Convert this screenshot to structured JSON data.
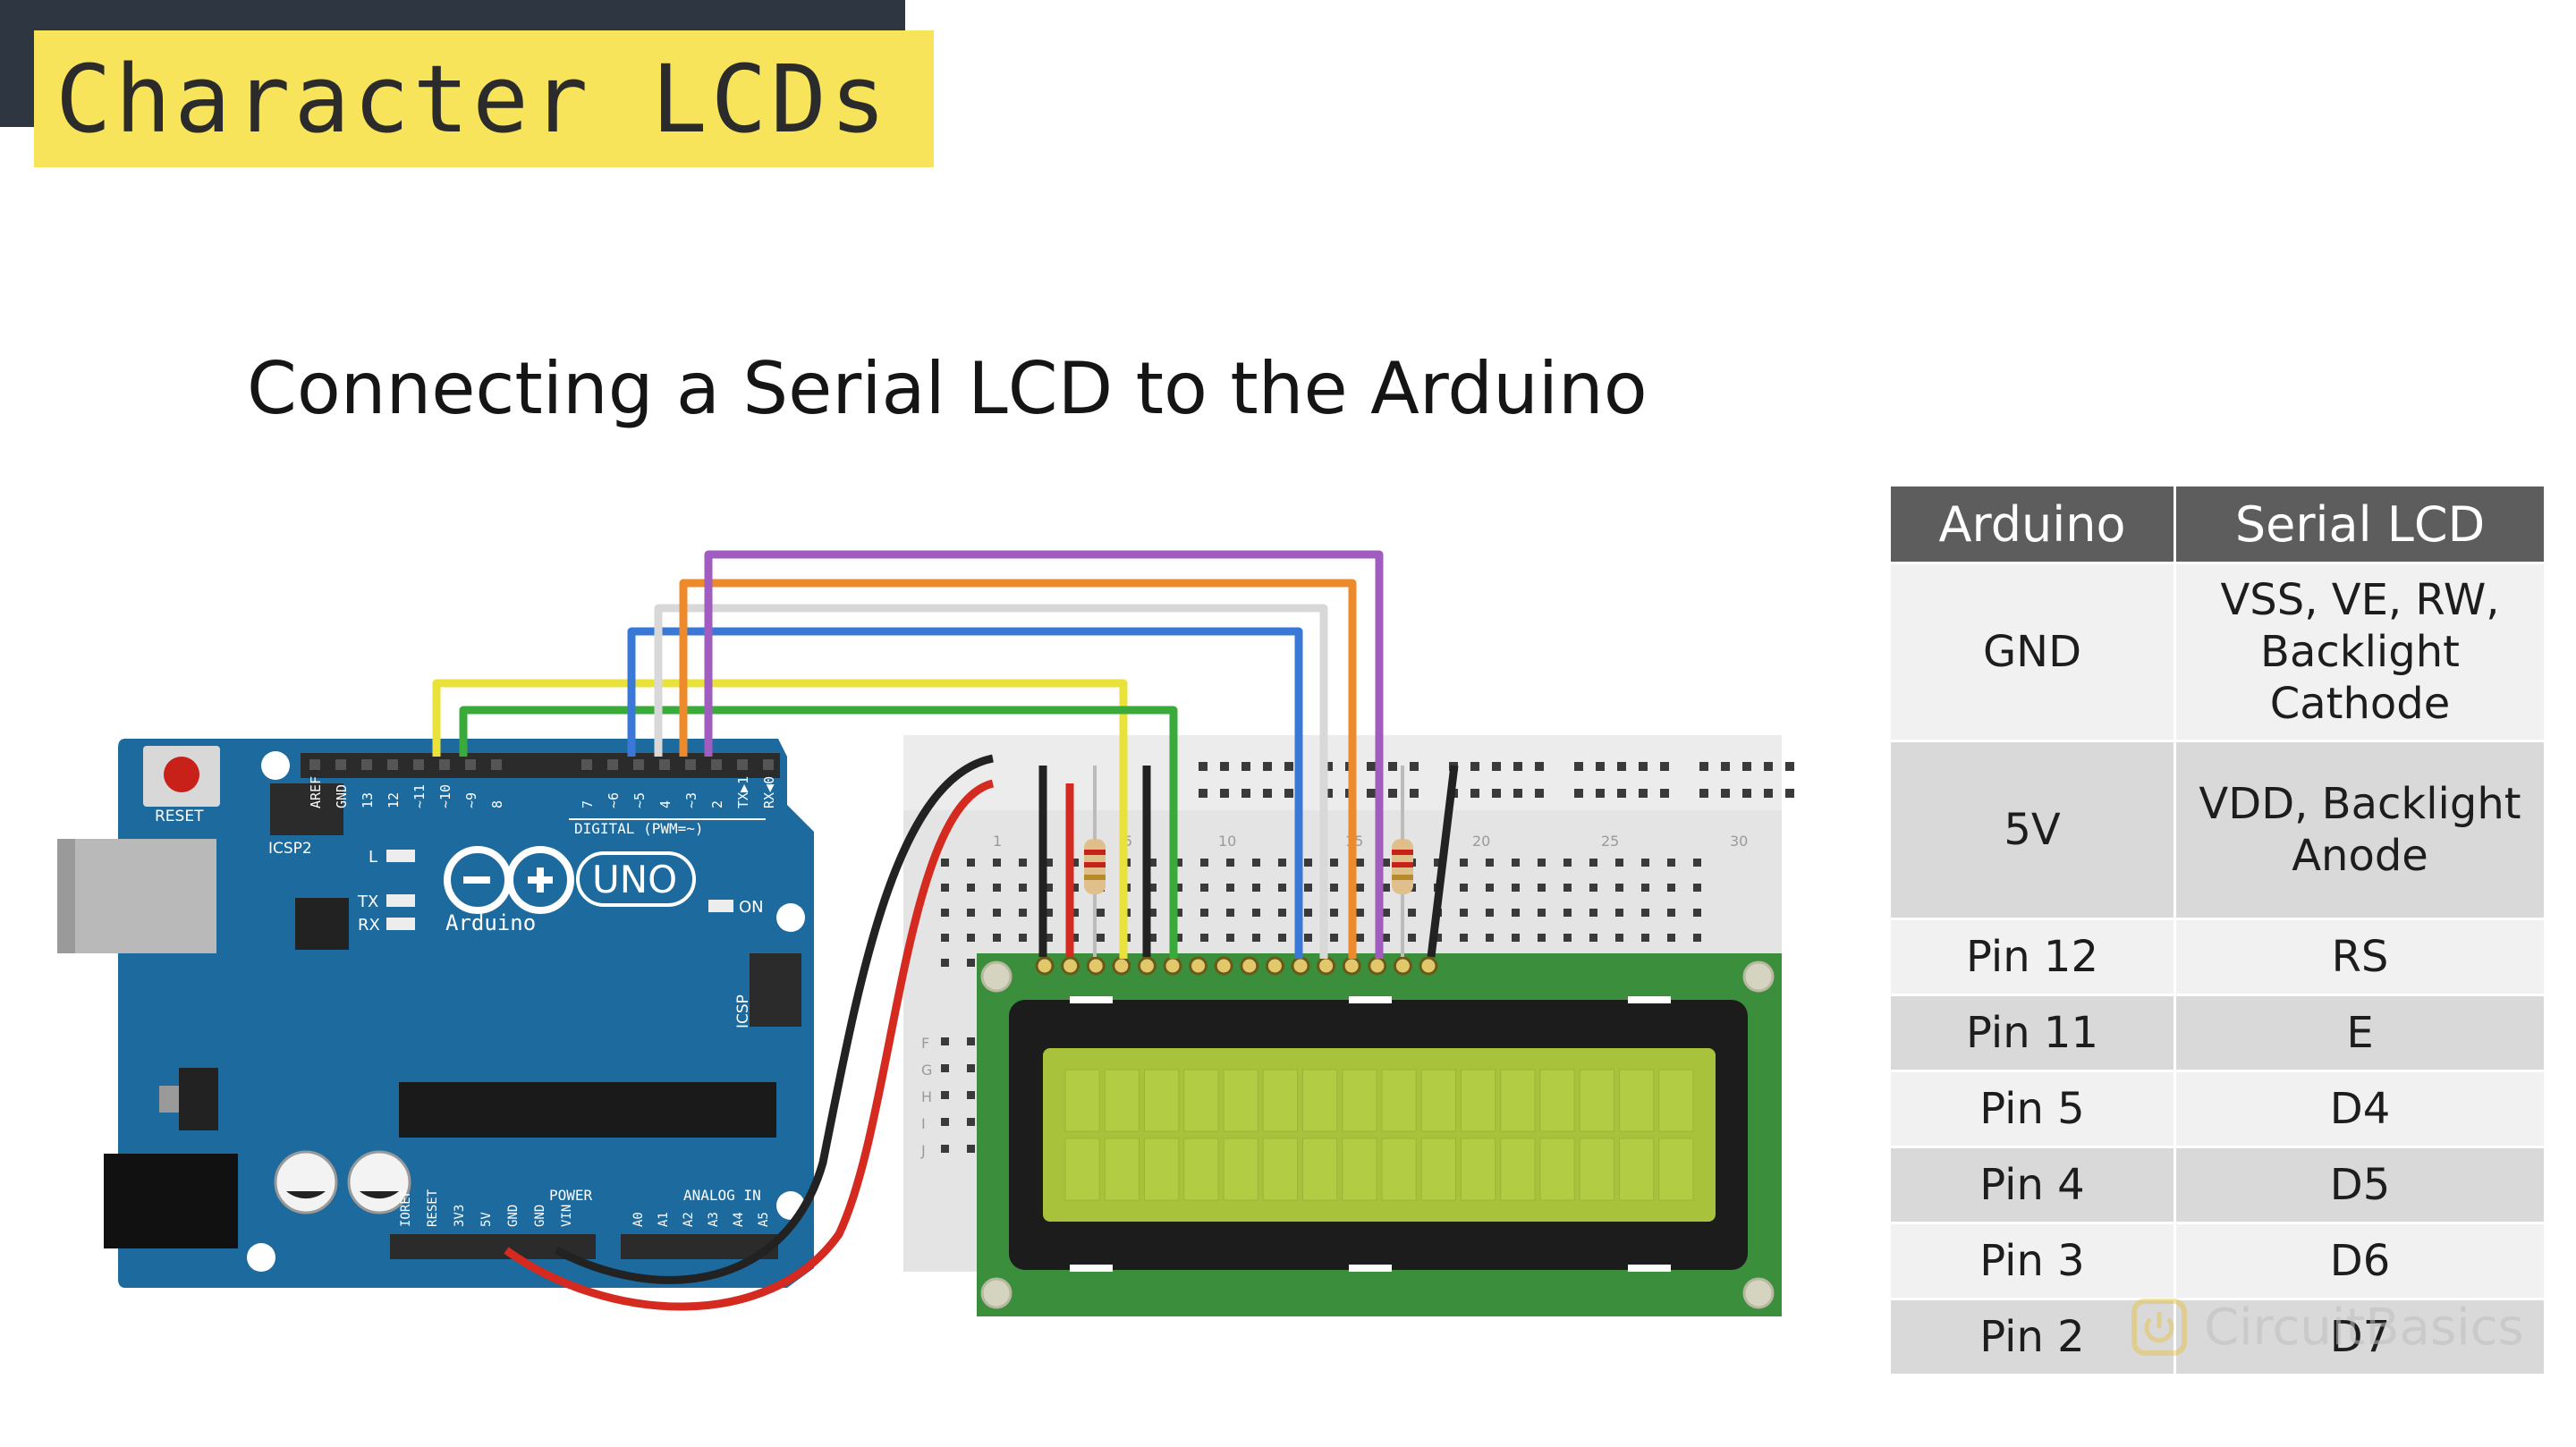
{
  "header": {
    "title": "Character LCDs",
    "subtitle": "Connecting a Serial LCD to the Arduino"
  },
  "arduino": {
    "reset_label": "RESET",
    "icsp2_label": "ICSP2",
    "icsp_label": "ICSP",
    "l_label": "L",
    "tx_label": "TX",
    "rx_label": "RX",
    "on_label": "ON",
    "brand": "Arduino",
    "model": "UNO",
    "digital_label": "DIGITAL (PWM=~)",
    "power_label": "POWER",
    "analog_label": "ANALOG IN",
    "digital_pins": [
      "AREF",
      "GND",
      "13",
      "12",
      "~11",
      "~10",
      "~9",
      "8",
      "7",
      "~6",
      "~5",
      "4",
      "~3",
      "2",
      "TX▶1",
      "RX◀0"
    ],
    "power_pins": [
      "IOREF",
      "RESET",
      "3V3",
      "5V",
      "GND",
      "GND",
      "VIN"
    ],
    "analog_pins": [
      "A0",
      "A1",
      "A2",
      "A3",
      "A4",
      "A5"
    ],
    "colors": {
      "board": "#1c6a9e",
      "header": "#2b2b2b"
    }
  },
  "breadboard": {
    "column_numbers": [
      "1",
      "5",
      "10",
      "15",
      "20",
      "25",
      "30"
    ],
    "row_letters": [
      "F",
      "G",
      "H",
      "I",
      "J"
    ]
  },
  "wires": [
    {
      "color": "#e8e23a",
      "name": "pin 12 wire"
    },
    {
      "color": "#3aab3a",
      "name": "pin 11 wire"
    },
    {
      "color": "#3a78d8",
      "name": "pin 5 wire"
    },
    {
      "color": "#d8d8d8",
      "name": "pin 4 wire"
    },
    {
      "color": "#ec8a2c",
      "name": "pin 3 wire"
    },
    {
      "color": "#a15cc0",
      "name": "pin 2 wire"
    },
    {
      "color": "#222222",
      "name": "gnd wire"
    },
    {
      "color": "#d42a1f",
      "name": "5v wire"
    }
  ],
  "lcd": {
    "pcb_color": "#3a8e3c",
    "screen_color": "#a8c23c"
  },
  "table": {
    "headers": [
      "Arduino",
      "Serial LCD"
    ],
    "rows": [
      {
        "arduino": "GND",
        "lcd": "VSS, VE, RW, Backlight Cathode"
      },
      {
        "arduino": "5V",
        "lcd": "VDD, Backlight Anode"
      },
      {
        "arduino": "Pin 12",
        "lcd": "RS"
      },
      {
        "arduino": "Pin 11",
        "lcd": "E"
      },
      {
        "arduino": "Pin 5",
        "lcd": "D4"
      },
      {
        "arduino": "Pin 4",
        "lcd": "D5"
      },
      {
        "arduino": "Pin 3",
        "lcd": "D6"
      },
      {
        "arduino": "Pin 2",
        "lcd": "D7"
      }
    ]
  },
  "watermark": {
    "text": "CircuitBasics"
  }
}
